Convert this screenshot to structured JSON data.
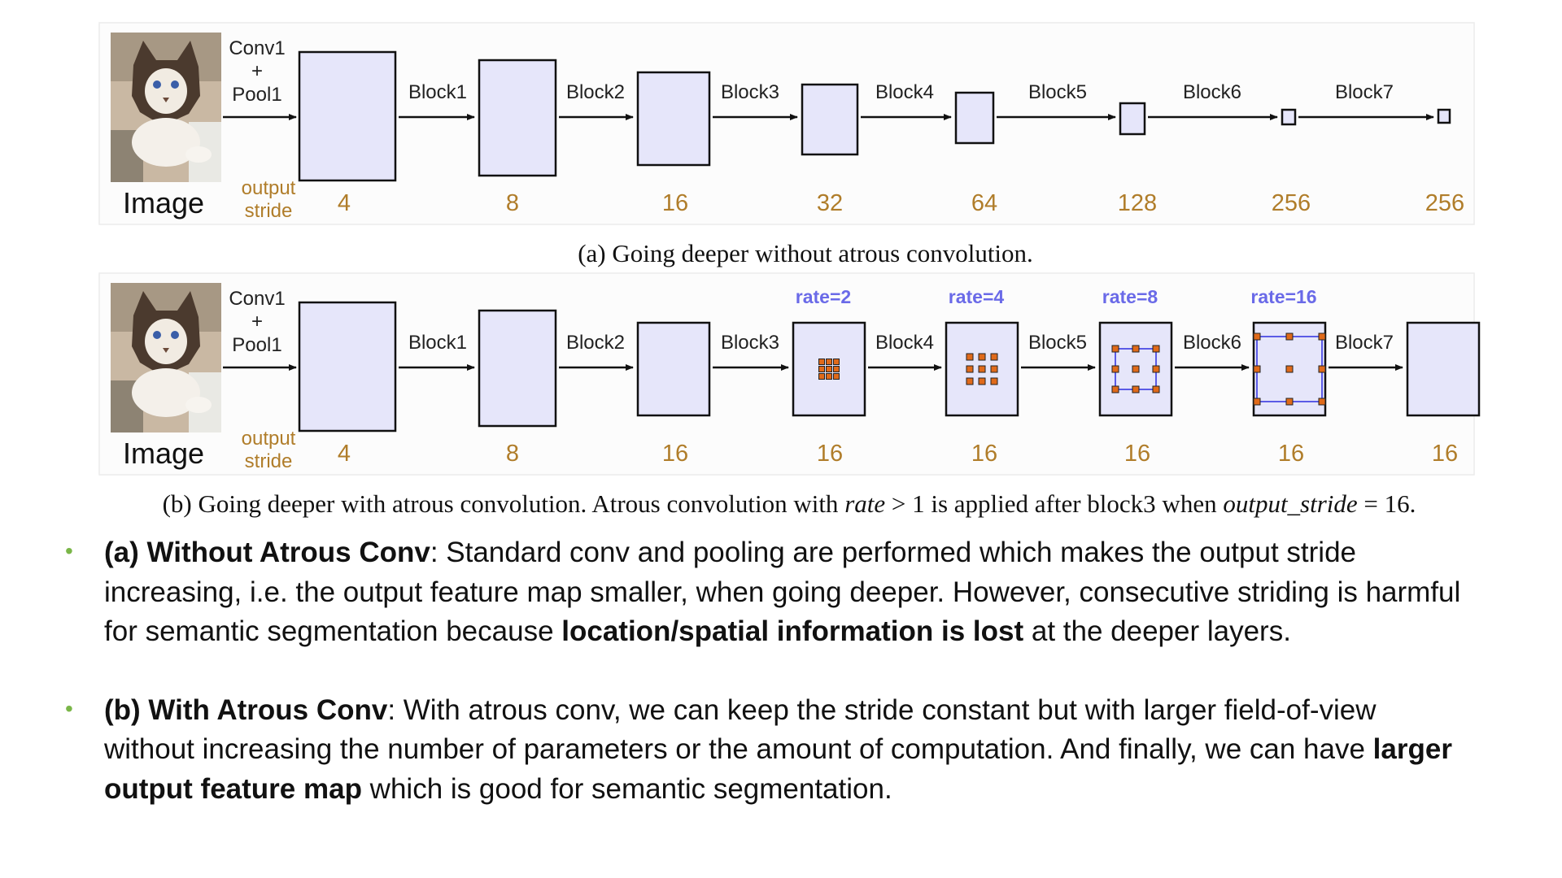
{
  "diagram": {
    "conv_label": [
      "Conv1",
      "+",
      "Pool1"
    ],
    "image_label": "Image",
    "output_stride_label": [
      "output",
      "stride"
    ],
    "block_labels": [
      "Block1",
      "Block2",
      "Block3",
      "Block4",
      "Block5",
      "Block6",
      "Block7"
    ],
    "panel_a": {
      "strides": [
        "4",
        "8",
        "16",
        "32",
        "64",
        "128",
        "256",
        "256"
      ],
      "caption": "(a) Going deeper without atrous convolution."
    },
    "panel_b": {
      "strides": [
        "4",
        "8",
        "16",
        "16",
        "16",
        "16",
        "16",
        "16"
      ],
      "rates": [
        "rate=2",
        "rate=4",
        "rate=8",
        "rate=16"
      ],
      "caption_parts": [
        "(b) Going deeper with atrous convolution.  Atrous convolution with ",
        "rate",
        " > 1 is applied after block3 when ",
        "output_stride",
        " = 16."
      ]
    },
    "colors": {
      "box_fill": "#e6e6fa",
      "stride_text": "#b07d2a",
      "rate_text": "#6a6ae8",
      "dot_fill": "#e06a1a"
    }
  },
  "bullets": [
    {
      "parts": [
        {
          "text": "(a) Without Atrous Conv",
          "bold": true
        },
        {
          "text": ": Standard conv and pooling are performed which makes the output stride increasing, i.e. the output feature map smaller, when going deeper. However, consecutive striding is harmful for semantic segmentation because ",
          "bold": false
        },
        {
          "text": "location/spatial information is lost",
          "bold": true
        },
        {
          "text": " at the deeper layers.",
          "bold": false
        }
      ]
    },
    {
      "parts": [
        {
          "text": "(b) With Atrous Conv",
          "bold": true
        },
        {
          "text": ": With atrous conv, we can keep the stride constant but with larger field-of-view without increasing the number of parameters or the amount of computation. And finally, we can have ",
          "bold": false
        },
        {
          "text": "larger output feature map",
          "bold": true
        },
        {
          "text": " which is good for semantic segmentation.",
          "bold": false
        }
      ]
    }
  ],
  "bullet_marker": "•"
}
